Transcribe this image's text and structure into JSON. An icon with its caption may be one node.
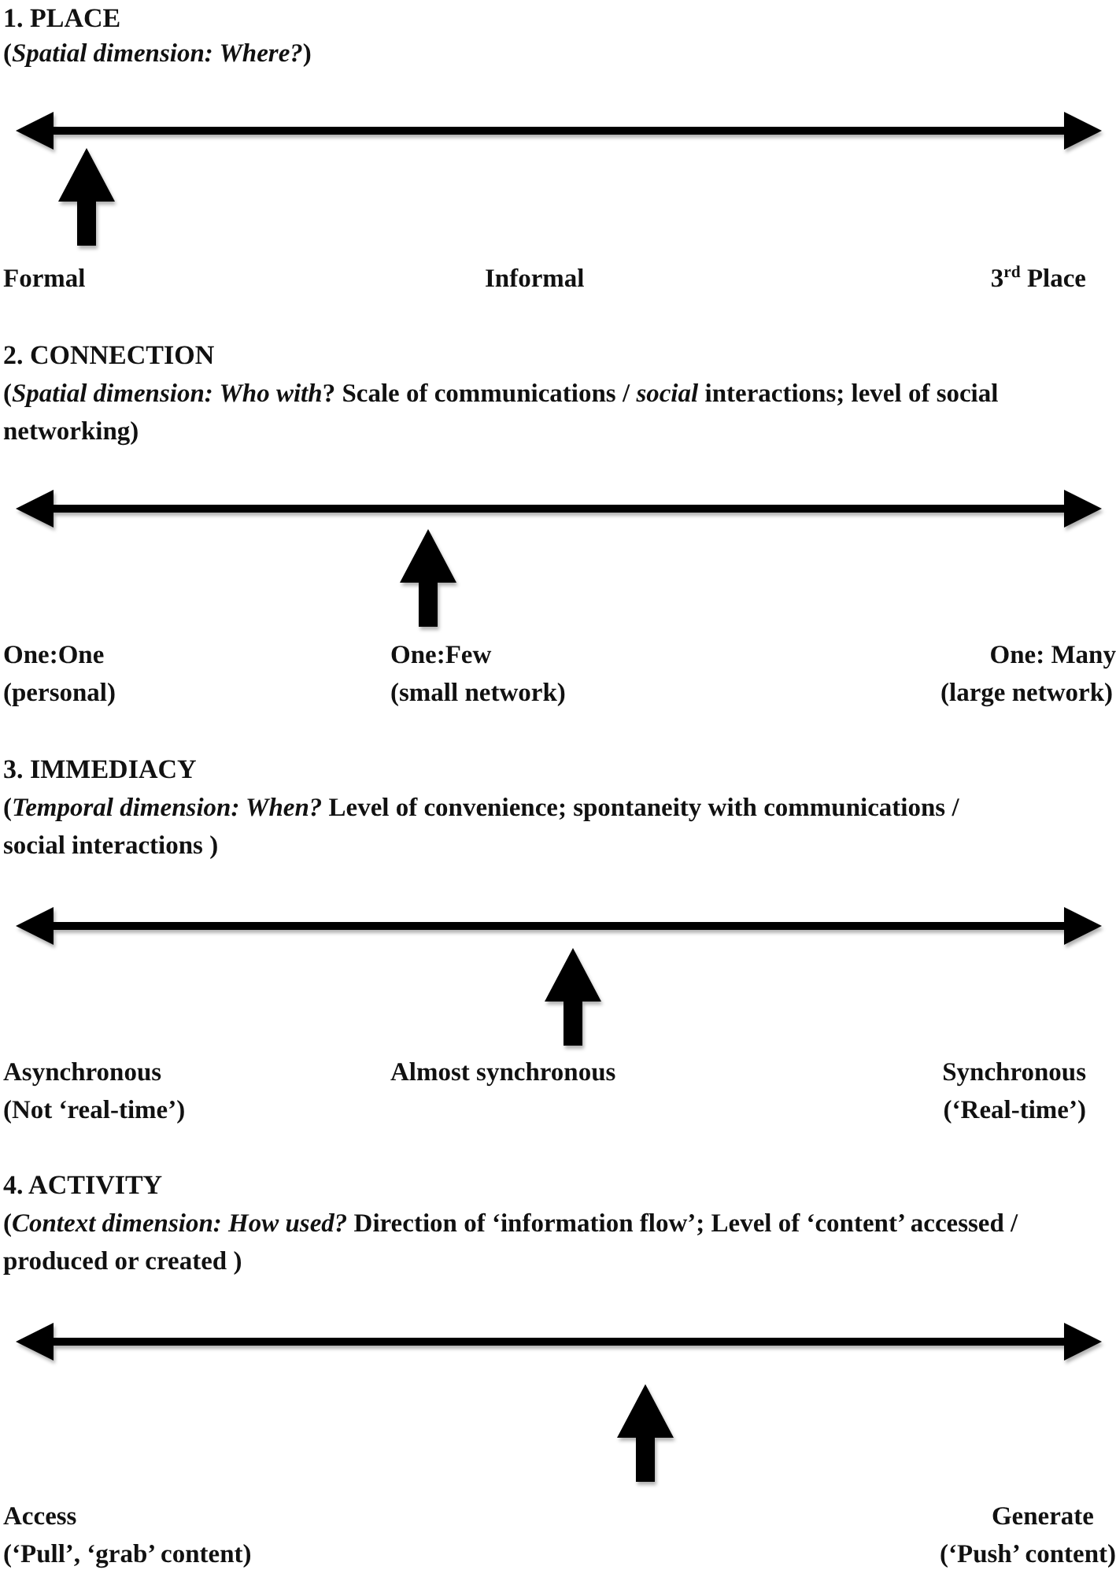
{
  "diagram": {
    "labels": [
      "1. PLACE",
      "(*Spatial dimension: Where?*)",
      "Formal",
      "Informal",
      "3$^{rd}$ Place",
      "2. CONNECTION",
      "(*Spatial dimension: Who with*? Scale of communications / *social* interactions; level of social networking)",
      "One:One",
      "One:Few",
      "One: Many",
      "(personal)",
      "(small network)",
      "(large network)",
      "3. IMMEDIACY",
      "(*Temporal dimension: When?* Level of convenience; spontaneity with communications / social interactions )",
      "Asynchronous",
      "Almost synchronous",
      "Synchronous",
      "(Not ‘real-time’)",
      "(‘Real-time’)",
      "4. ACTIVITY",
      "(*Context dimension: How used?* Direction of ‘information flow’; Level of ‘content’ accessed / produced or created )",
      "Access",
      "Generate",
      "(‘Pull’, ‘grab’ content)",
      "(‘Push’ content)"
    ]
  }
}
